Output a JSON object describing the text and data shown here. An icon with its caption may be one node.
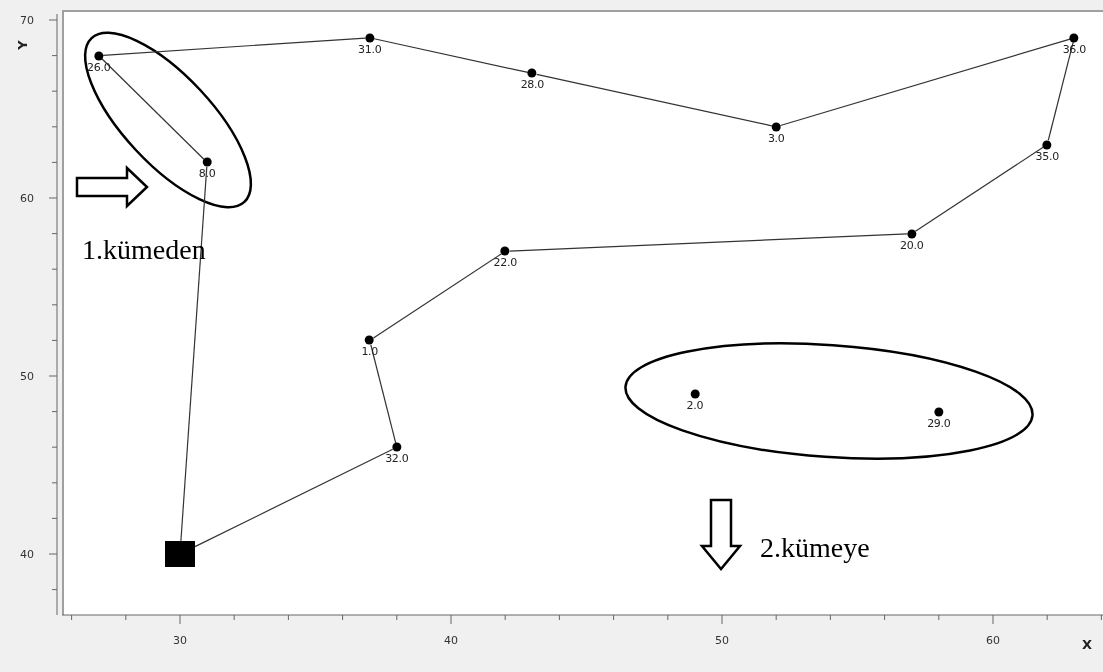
{
  "diagram": {
    "nodes": [
      {
        "text": [
          "31.0"
        ]
      },
      {
        "text": [
          "36.0"
        ]
      },
      {
        "text": [
          "26.0"
        ]
      },
      {
        "text": [
          "28.0"
        ]
      },
      {
        "text": [
          "3.0"
        ]
      },
      {
        "text": [
          "35.0"
        ]
      },
      {
        "text": [
          "8.0"
        ]
      },
      {
        "text": [
          "20.0"
        ]
      },
      {
        "text": [
          "22.0"
        ]
      },
      {
        "text": [
          "1.0"
        ]
      },
      {
        "text": [
          "2.0"
        ]
      },
      {
        "text": [
          "29.0"
        ]
      },
      {
        "text": [
          "32.0"
        ]
      },
      {
        "text": [],
        "shape": "box"
      }
    ],
    "edges": [
      {
        "from": 13,
        "to": 6,
        "arrow": "none"
      },
      {
        "from": 6,
        "to": 2,
        "arrow": "none"
      },
      {
        "from": 2,
        "to": 0,
        "arrow": "none"
      },
      {
        "from": 0,
        "to": 3,
        "arrow": "none"
      },
      {
        "from": 3,
        "to": 4,
        "arrow": "none"
      },
      {
        "from": 4,
        "to": 1,
        "arrow": "none"
      },
      {
        "from": 1,
        "to": 5,
        "arrow": "none"
      },
      {
        "from": 5,
        "to": 7,
        "arrow": "none"
      },
      {
        "from": 7,
        "to": 8,
        "arrow": "none"
      },
      {
        "from": 8,
        "to": 9,
        "arrow": "none"
      },
      {
        "from": 9,
        "to": 12,
        "arrow": "none"
      },
      {
        "from": 12,
        "to": 13,
        "arrow": "none"
      }
    ],
    "labels": [
      "70",
      "Y",
      "60",
      "1.kümeden",
      "50",
      "2.kümeye",
      "40",
      "30",
      "40",
      "50",
      "60",
      "X"
    ]
  }
}
